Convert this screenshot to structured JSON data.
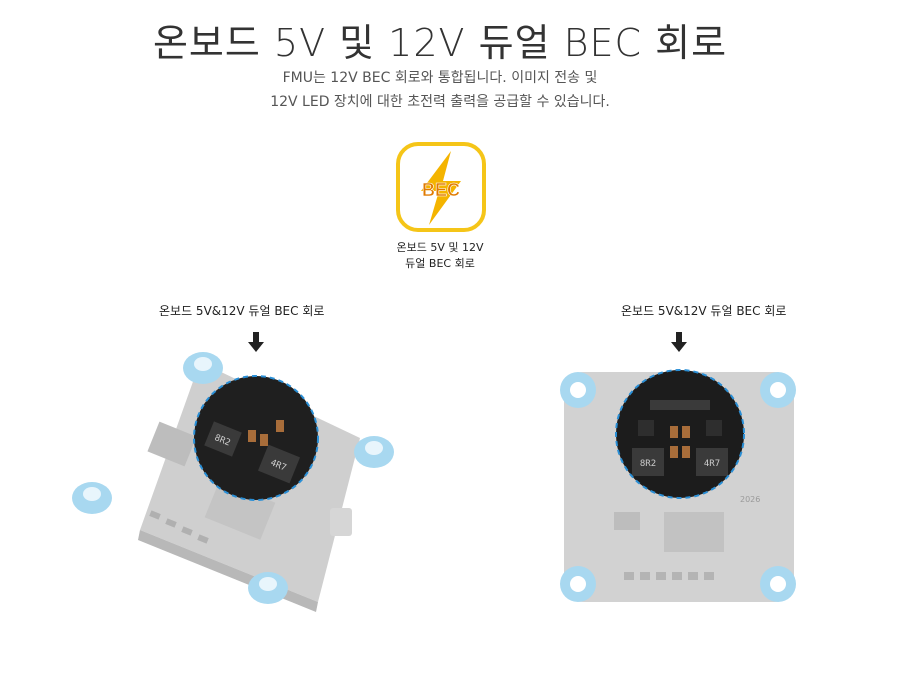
{
  "header": {
    "title": "온보드 5V 및 12V 듀얼 BEC 회로",
    "subtitle_line1": "FMU는 12V BEC 회로와 통합됩니다. 이미지 전송 및",
    "subtitle_line2": "12V LED 장치에 대한 초전력 출력을 공급할 수 있습니다."
  },
  "feature_badge": {
    "icon": "lightning-bolt-bec-icon",
    "icon_text": "BEC",
    "label_line1": "온보드 5V 및 12V",
    "label_line2": "듀얼 BEC 회로",
    "colors": {
      "accent": "#f5c518",
      "bolt": "#f4b400"
    }
  },
  "panels": [
    {
      "label": "온보드 5V&12V 듀얼 BEC 회로",
      "view": "angled-board"
    },
    {
      "label": "온보드 5V&12V 듀얼 BEC 회로",
      "view": "top-board"
    }
  ],
  "board_markings": {
    "inductor_left": "8R2",
    "inductor_right": "4R7",
    "year_mark": "2026"
  },
  "colors": {
    "highlight_ring": "#2a8fd6",
    "mount_pad": "#9fd4ef"
  }
}
